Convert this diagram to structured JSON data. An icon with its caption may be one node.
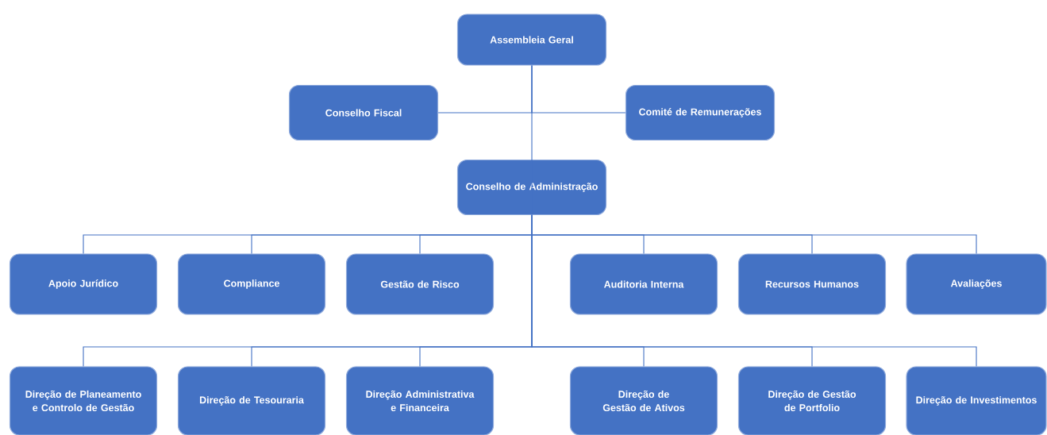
{
  "diagram": {
    "nodes": [
      {
        "text": [
          "Assembleia Geral"
        ]
      },
      {
        "text": [
          "Conselho Fiscal"
        ]
      },
      {
        "text": [
          "Comité de Remunerações"
        ]
      },
      {
        "text": [
          "Conselho de Administração"
        ]
      },
      {
        "text": [
          "Apoio Jurídico"
        ]
      },
      {
        "text": [
          "Compliance"
        ]
      },
      {
        "text": [
          "Gestão de Risco"
        ]
      },
      {
        "text": [
          "Auditoria Interna"
        ]
      },
      {
        "text": [
          "Recursos Humanos"
        ]
      },
      {
        "text": [
          "Avaliações"
        ]
      },
      {
        "text": [
          "Direção de Planeamento e Controlo de Gestão"
        ]
      },
      {
        "text": [
          "Direção de Tesouraria"
        ]
      },
      {
        "text": [
          "Direção Administrativa e Financeira"
        ]
      },
      {
        "text": [
          "Direção de Gestão de Ativos"
        ]
      },
      {
        "text": [
          "Direção de Gestão de Portfolio"
        ]
      },
      {
        "text": [
          "Direção de Investimentos"
        ]
      }
    ],
    "edges": [
      {
        "from": 0,
        "to": 1,
        "arrow": "none"
      },
      {
        "from": 0,
        "to": 2,
        "arrow": "none"
      },
      {
        "from": 0,
        "to": 3,
        "arrow": "none"
      },
      {
        "from": 3,
        "to": 4,
        "arrow": "none"
      },
      {
        "from": 3,
        "to": 5,
        "arrow": "none"
      },
      {
        "from": 3,
        "to": 6,
        "arrow": "none"
      },
      {
        "from": 3,
        "to": 7,
        "arrow": "none"
      },
      {
        "from": 3,
        "to": 8,
        "arrow": "none"
      },
      {
        "from": 3,
        "to": 9,
        "arrow": "none"
      },
      {
        "from": 3,
        "to": 10,
        "arrow": "none"
      },
      {
        "from": 3,
        "to": 11,
        "arrow": "none"
      },
      {
        "from": 3,
        "to": 12,
        "arrow": "none"
      },
      {
        "from": 3,
        "to": 13,
        "arrow": "none"
      },
      {
        "from": 3,
        "to": 14,
        "arrow": "none"
      },
      {
        "from": 3,
        "to": 15,
        "arrow": "none"
      }
    ]
  }
}
